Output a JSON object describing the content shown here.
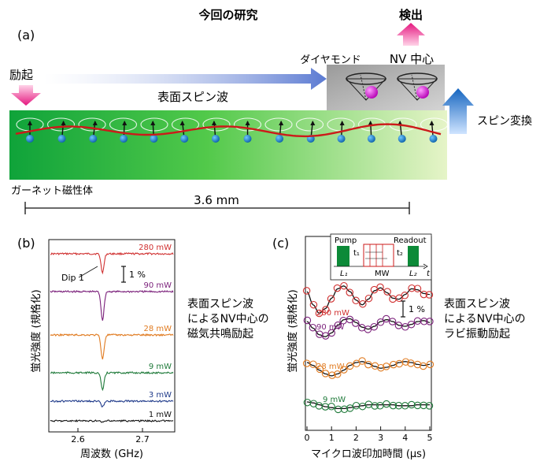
{
  "top": {
    "title": "今回の研究",
    "label_a": "(a)",
    "excitation": "励起",
    "detection": "検出",
    "diamond": "ダイヤモンド",
    "nv_center": "NV 中心",
    "surface_spin_wave": "表面スピン波",
    "spin_conversion": "スピン変換",
    "garnet": "ガーネット磁性体",
    "scale": "3.6 mm"
  },
  "panel_b": {
    "label": "(b)",
    "ylabel": "蛍光強度 (規格化)",
    "xlabel": "周波数 (GHz)",
    "xticks": [
      "2.6",
      "2.7"
    ],
    "dip_label": "Dip 1",
    "scale_label": "1 %",
    "caption": [
      "表面スピン波",
      "によるNV中心の",
      "磁気共鳴励起"
    ]
  },
  "panel_c": {
    "label": "(c)",
    "ylabel": "蛍光強度 (規格化)",
    "xlabel": "マイクロ波印加時間 (μs)",
    "xticks": [
      "0",
      "1",
      "2",
      "3",
      "4",
      "5"
    ],
    "scale_label": "1 %",
    "inset": {
      "pump": "Pump",
      "readout": "Readout",
      "t1": "t₁",
      "t2": "t₂",
      "l1": "L₁",
      "l2": "L₂",
      "mw": "MW",
      "t": "t"
    },
    "caption": [
      "表面スピン波",
      "によるNV中心の",
      "ラビ振動励起"
    ]
  },
  "colors": {
    "red": "#d03030",
    "purple": "#7a1f7a",
    "orange": "#e07a1f",
    "green": "#1f7a3a",
    "blue": "#1f3a8a",
    "black": "#111111",
    "magenta": "#cc22cc",
    "spin_arrow": "#1e88e5"
  },
  "chart_data": [
    {
      "type": "line",
      "panel": "b",
      "ylabel": "蛍光強度 (規格化)",
      "xlabel": "周波数 (GHz)",
      "xlim": [
        2.55,
        2.75
      ],
      "dip_center": 2.635,
      "series": [
        {
          "name": "280 mW",
          "color": "#d03030",
          "dip_depth_pct": 1.3
        },
        {
          "name": "90 mW",
          "color": "#7a1f7a",
          "dip_depth_pct": 2.0
        },
        {
          "name": "28 mW",
          "color": "#e07a1f",
          "dip_depth_pct": 1.7
        },
        {
          "name": "9 mW",
          "color": "#1f7a3a",
          "dip_depth_pct": 1.2
        },
        {
          "name": "3 mW",
          "color": "#1f3a8a",
          "dip_depth_pct": 0.4
        },
        {
          "name": "1 mW",
          "color": "#111111",
          "dip_depth_pct": 0.1
        }
      ]
    },
    {
      "type": "scatter",
      "panel": "c",
      "ylabel": "蛍光強度 (規格化)",
      "xlabel": "マイクロ波印加時間 (μs)",
      "xlim": [
        0,
        5
      ],
      "series": [
        {
          "name": "280 mW",
          "color": "#d03030",
          "x": [
            0,
            0.25,
            0.5,
            0.75,
            1,
            1.25,
            1.5,
            1.75,
            2,
            2.25,
            2.5,
            2.75,
            3,
            3.25,
            3.5,
            3.75,
            4,
            4.25,
            4.5,
            4.75,
            5
          ],
          "y": [
            0,
            -1.4,
            -2.3,
            -1.8,
            -0.7,
            0.3,
            0.6,
            0,
            -0.9,
            -1.4,
            -0.8,
            0.1,
            0.4,
            -0.1,
            -0.7,
            -0.8,
            -0.3,
            0.3,
            0.2,
            -0.2,
            -0.3
          ]
        },
        {
          "name": "90 mW",
          "color": "#7a1f7a",
          "x": [
            0,
            0.25,
            0.5,
            0.75,
            1,
            1.25,
            1.5,
            1.75,
            2,
            2.25,
            2.5,
            2.75,
            3,
            3.25,
            3.5,
            3.75,
            4,
            4.25,
            4.5,
            4.75,
            5
          ],
          "y": [
            0,
            -0.7,
            -1.4,
            -1.6,
            -1.2,
            -0.4,
            0.2,
            0.3,
            -0.1,
            -0.6,
            -0.8,
            -0.5,
            0,
            0.2,
            0,
            -0.4,
            -0.5,
            -0.3,
            0,
            0.1,
            -0.1
          ]
        },
        {
          "name": "28 mW",
          "color": "#e07a1f",
          "x": [
            0,
            0.25,
            0.5,
            0.75,
            1,
            1.25,
            1.5,
            1.75,
            2,
            2.25,
            2.5,
            2.75,
            3,
            3.25,
            3.5,
            3.75,
            4,
            4.25,
            4.5,
            4.75,
            5
          ],
          "y": [
            0,
            -0.3,
            -0.8,
            -1.2,
            -1.4,
            -1.2,
            -0.8,
            -0.3,
            0,
            0.1,
            -0.1,
            -0.4,
            -0.6,
            -0.5,
            -0.3,
            0,
            0.1,
            0,
            -0.2,
            -0.3,
            -0.2
          ]
        },
        {
          "name": "9 mW",
          "color": "#1f7a3a",
          "x": [
            0,
            0.25,
            0.5,
            0.75,
            1,
            1.25,
            1.5,
            1.75,
            2,
            2.25,
            2.5,
            2.75,
            3,
            3.25,
            3.5,
            3.75,
            4,
            4.25,
            4.5,
            4.75,
            5
          ],
          "y": [
            0,
            -0.1,
            -0.3,
            -0.5,
            -0.6,
            -0.7,
            -0.7,
            -0.6,
            -0.5,
            -0.4,
            -0.3,
            -0.3,
            -0.3,
            -0.3,
            -0.3,
            -0.4,
            -0.4,
            -0.4,
            -0.3,
            -0.3,
            -0.3
          ]
        }
      ]
    }
  ]
}
